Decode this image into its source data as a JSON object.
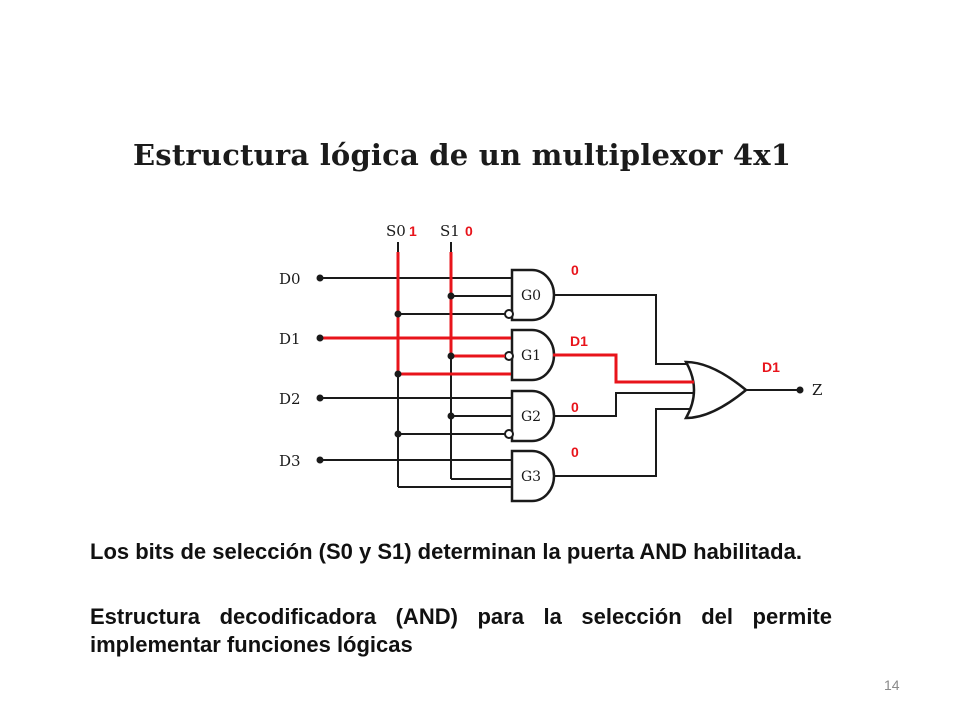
{
  "slide": {
    "title": "Estructura lógica de un multiplexor 4x1",
    "paragraph_1": "Los bits de selección (S0 y S1) determinan la puerta AND habilitada.",
    "paragraph_2": "Estructura decodificadora (AND) para la selección del permite implementar funciones lógicas",
    "page_number": "14"
  },
  "circuit": {
    "inputs": [
      "D0",
      "D1",
      "D2",
      "D3"
    ],
    "selects": [
      "S0",
      "S1"
    ],
    "select_values": [
      "1",
      "0"
    ],
    "gates": [
      "G0",
      "G1",
      "G2",
      "G3"
    ],
    "gate_outputs": [
      "0",
      "D1",
      "0",
      "0"
    ],
    "output_name": "Z",
    "output_value": "D1",
    "colors": {
      "wire": "#1a1a1a",
      "active_path": "#e8141b",
      "annotation": "#e8141b"
    }
  }
}
